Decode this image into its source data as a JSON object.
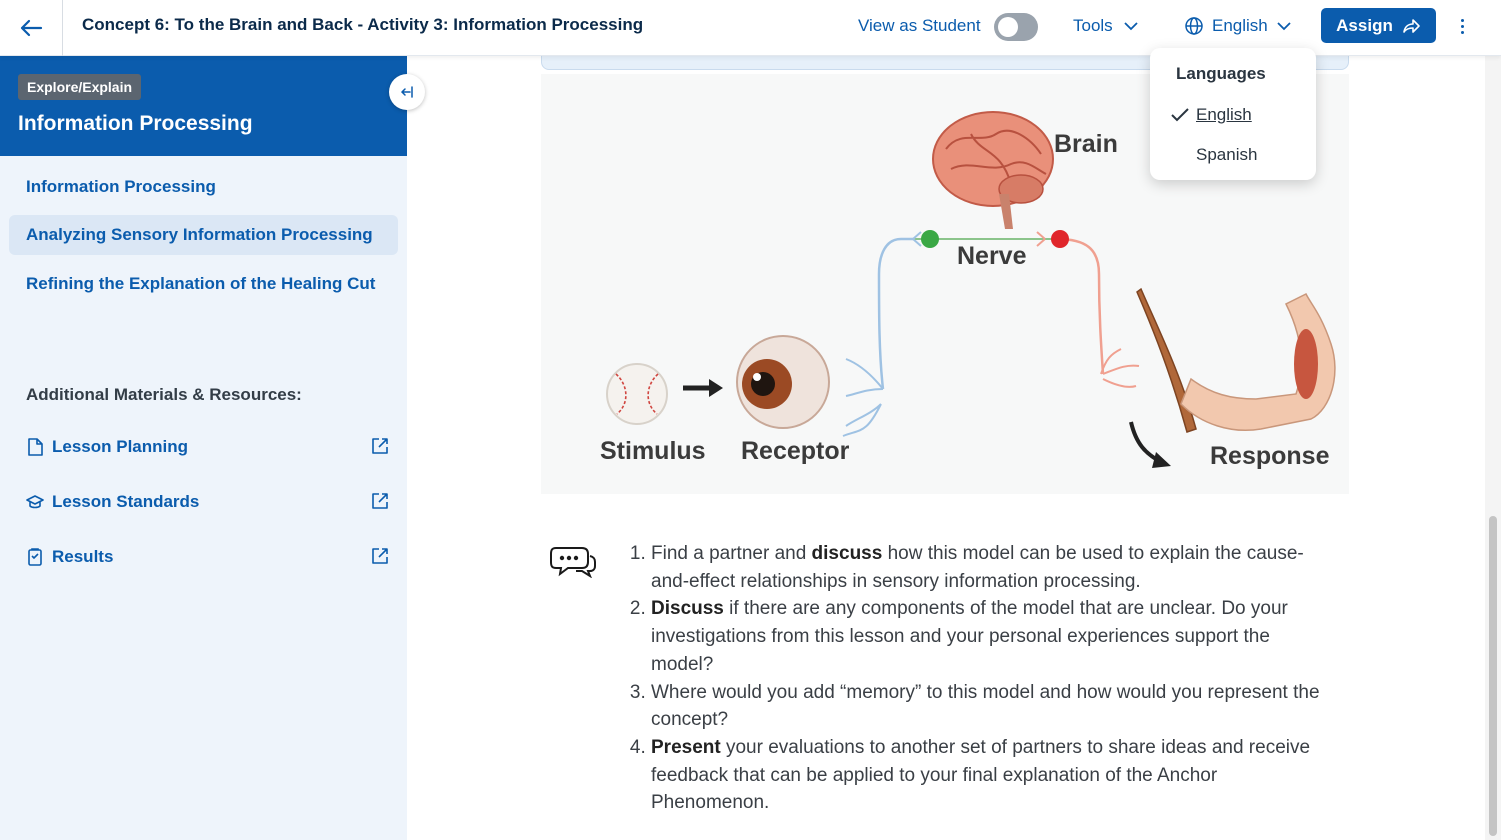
{
  "header": {
    "title": "Concept 6: To the Brain and Back - Activity 3: Information Processing",
    "view_as_student": "View as Student",
    "tools": "Tools",
    "language": "English",
    "assign": "Assign"
  },
  "sidebar": {
    "badge": "Explore/Explain",
    "title": "Information Processing",
    "items": [
      {
        "label": "Information Processing",
        "active": false
      },
      {
        "label": "Analyzing Sensory Information Processing",
        "active": true
      },
      {
        "label": "Refining the Explanation of the Healing Cut",
        "active": false
      }
    ],
    "resources_heading": "Additional Materials & Resources:",
    "resources": [
      {
        "label": "Lesson Planning",
        "icon": "document-icon"
      },
      {
        "label": "Lesson Standards",
        "icon": "graduation-cap-icon"
      },
      {
        "label": "Results",
        "icon": "clipboard-icon"
      }
    ]
  },
  "figure": {
    "brain": "Brain",
    "nerve": "Nerve",
    "stimulus": "Stimulus",
    "receptor": "Receptor",
    "response": "Response"
  },
  "instructions": {
    "item1_bold": "discuss",
    "item1_pre": "Find a partner and ",
    "item1_post": " how this model can be used to explain the cause-and-effect relationships in sensory information processing.",
    "item2_bold": "Discuss",
    "item2_post": " if there are any components of the model that are unclear. Do your investigations from this lesson and your personal experiences support the model?",
    "item3": "Where would you add “memory” to this model and how would you represent the concept?",
    "item4_bold": "Present",
    "item4_post": " your evaluations to another set of partners to share ideas and receive feedback that can be applied to your final explanation of the Anchor Phenomenon."
  },
  "language_menu": {
    "heading": "Languages",
    "options": [
      {
        "label": "English",
        "selected": true
      },
      {
        "label": "Spanish",
        "selected": false
      }
    ]
  },
  "colors": {
    "primary": "#0b5cad",
    "sidebar_bg": "#eef4fb",
    "active_item": "#dbe7f5"
  }
}
